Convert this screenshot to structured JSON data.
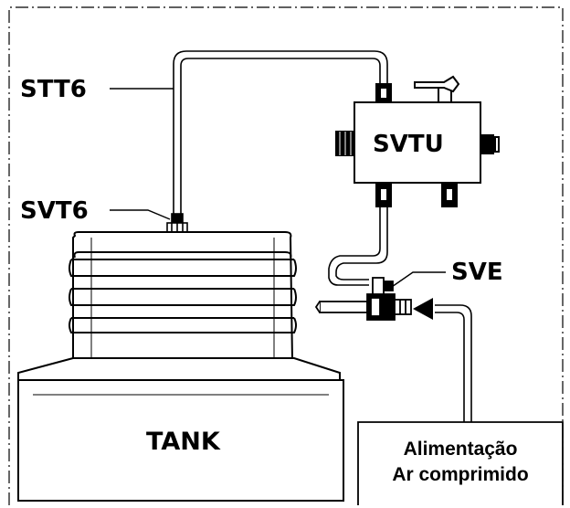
{
  "labels": {
    "stt6": "STT6",
    "svt6": "SVT6",
    "svtu": "SVTU",
    "sve": "SVE",
    "tank": "TANK"
  },
  "supply_box": {
    "line1": "Alimentação",
    "line2": "Ar comprimido"
  },
  "colors": {
    "stroke": "#000000",
    "background": "#ffffff",
    "border_dash": "#000000"
  }
}
